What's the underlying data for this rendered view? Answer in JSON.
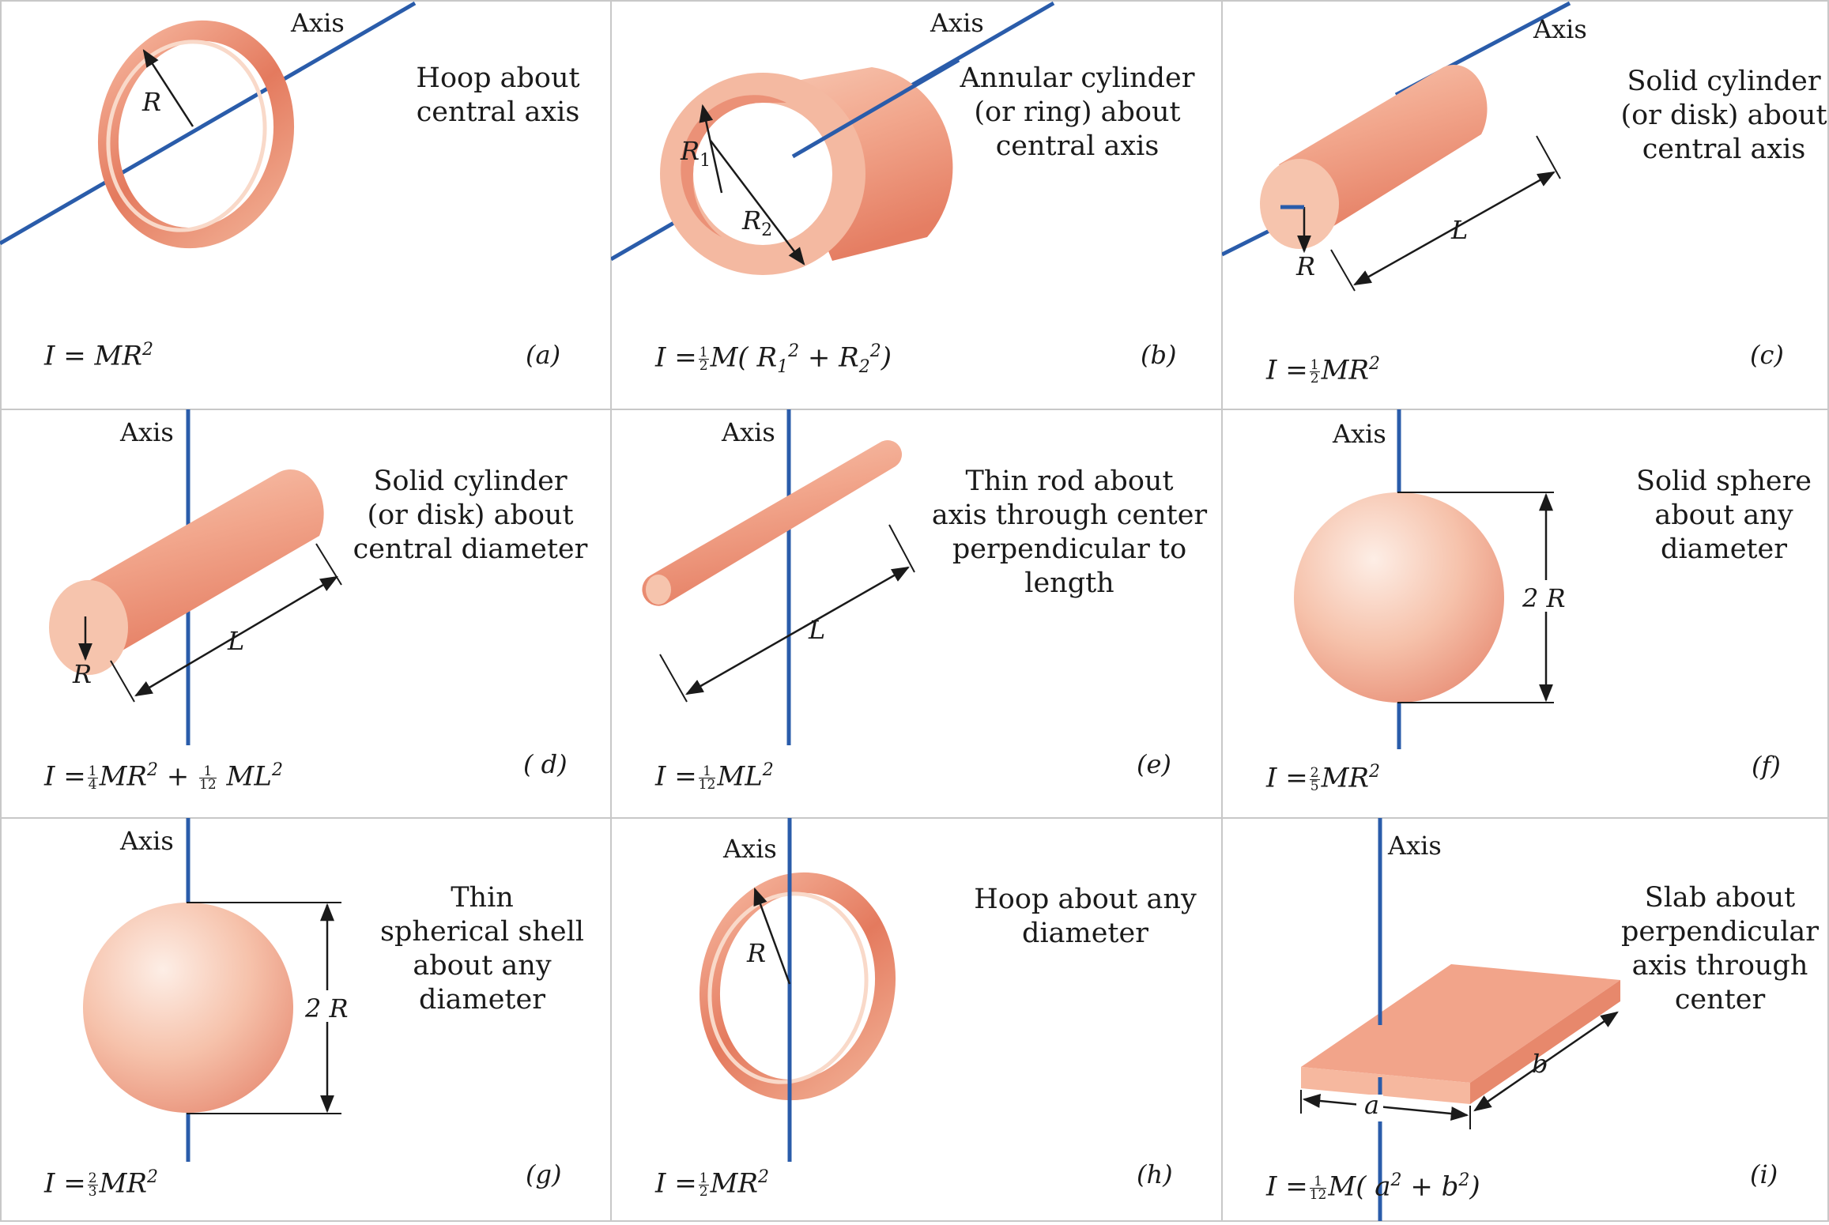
{
  "axis_label": "Axis",
  "colors": {
    "axis": "#2a5caa",
    "body": "#e8846a",
    "body_light": "#f9d9c9",
    "body_dark": "#d96a52",
    "grid": "#c8c8c8"
  },
  "panels": [
    {
      "id": "a",
      "letter": "(a)",
      "description": "Hoop about\ncentral axis",
      "labels": {
        "r": "R"
      }
    },
    {
      "id": "b",
      "letter": "(b)",
      "description": "Annular cylinder\n(or ring) about\ncentral axis",
      "labels": {
        "r1": "R",
        "r1_sub": "1",
        "r2": "R",
        "r2_sub": "2"
      }
    },
    {
      "id": "c",
      "letter": "(c)",
      "description": "Solid cylinder\n(or disk) about\ncentral axis",
      "labels": {
        "r": "R",
        "l": "L"
      }
    },
    {
      "id": "d",
      "letter": "( d)",
      "description": "Solid cylinder\n(or disk) about\ncentral diameter",
      "labels": {
        "r": "R",
        "l": "L"
      }
    },
    {
      "id": "e",
      "letter": "(e)",
      "description": "Thin rod about\naxis through center\nperpendicular to\nlength",
      "labels": {
        "l": "L"
      }
    },
    {
      "id": "f",
      "letter": "(f)",
      "description": "Solid sphere\nabout any\ndiameter",
      "labels": {
        "d": "2 R"
      }
    },
    {
      "id": "g",
      "letter": "(g)",
      "description": "Thin\nspherical shell\nabout any\ndiameter",
      "labels": {
        "d": "2 R"
      }
    },
    {
      "id": "h",
      "letter": "(h)",
      "description": "Hoop about any\ndiameter",
      "labels": {
        "r": "R"
      }
    },
    {
      "id": "i",
      "letter": "(i)",
      "description": "Slab about\nperpendicular\naxis through\ncenter",
      "labels": {
        "a": "a",
        "b": "b"
      }
    }
  ],
  "formulas": {
    "a": {
      "lhs": "I = MR",
      "exp": "2"
    },
    "b": {
      "lhs": "I =",
      "frac_num": "1",
      "frac_den": "2",
      "m": "M( R",
      "sub1": "1",
      "sup1": "2",
      "plus": " +  R",
      "sub2": "2",
      "sup2": "2",
      "close": ")"
    },
    "c": {
      "lhs": "I =",
      "frac_num": "1",
      "frac_den": "2",
      "m": "MR",
      "exp": "2"
    },
    "d": {
      "lhs": "I =",
      "frac1_num": "1",
      "frac1_den": "4",
      "m1": "MR",
      "exp1": "2",
      "plus": " + ",
      "frac2_num": "1",
      "frac2_den": "12",
      "m2": " ML",
      "exp2": "2"
    },
    "e": {
      "lhs": "I =",
      "frac_num": "1",
      "frac_den": "12",
      "m": "ML",
      "exp": "2"
    },
    "f": {
      "lhs": "I =",
      "frac_num": "2",
      "frac_den": "5",
      "m": "MR",
      "exp": "2"
    },
    "g": {
      "lhs": "I =",
      "frac_num": "2",
      "frac_den": "3",
      "m": "MR",
      "exp": "2"
    },
    "h": {
      "lhs": "I =",
      "frac_num": "1",
      "frac_den": "2",
      "m": "MR",
      "exp": "2"
    },
    "i": {
      "lhs": "I =",
      "frac_num": "1",
      "frac_den": "12",
      "m": "M( a",
      "sup1": "2",
      "plus": " + b",
      "sup2": "2",
      "close": ")"
    }
  }
}
